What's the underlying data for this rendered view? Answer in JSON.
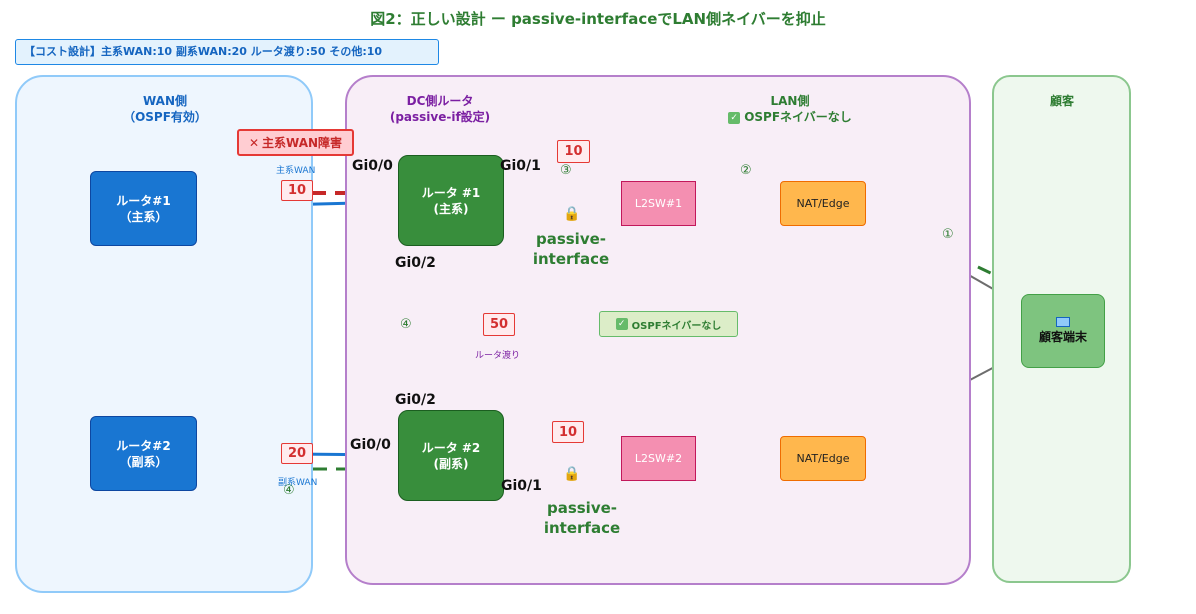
{
  "title": "図2：正しい設計 ー passive-interfaceでLAN側ネイバーを抑止",
  "cost_note": "【コスト設計】主系WAN:10 副系WAN:20 ルータ渡り:50 その他:10",
  "regions": {
    "wan": {
      "name": "WAN側",
      "sub": "（OSPF有効）"
    },
    "dc": {
      "name": "DC側ルータ",
      "sub": "(passive-if設定)"
    },
    "lan": {
      "name": "LAN側",
      "sub": "OSPFネイバーなし"
    },
    "customer": {
      "name": "顧客"
    }
  },
  "nodes": {
    "wan_router1": {
      "line1": "ルータ#1",
      "line2": "（主系）"
    },
    "wan_router2": {
      "line1": "ルータ#2",
      "line2": "（副系）"
    },
    "dc_router1": {
      "line1": "ルータ #1",
      "line2": "(主系)"
    },
    "dc_router2": {
      "line1": "ルータ #2",
      "line2": "(副系)"
    },
    "l2sw1": "L2SW#1",
    "l2sw2": "L2SW#2",
    "nat1": "NAT/Edge",
    "nat2": "NAT/Edge",
    "terminal": "顧客端末"
  },
  "ports": {
    "r1_gi00": "Gi0/0",
    "r1_gi01": "Gi0/1",
    "r1_gi02": "Gi0/2",
    "r2_gi02": "Gi0/2",
    "r2_gi00": "Gi0/0",
    "r2_gi01": "Gi0/1"
  },
  "costs": {
    "primary_wan": "10",
    "r1_lan": "10",
    "router_link": "50",
    "r2_lan": "10",
    "secondary_wan": "20"
  },
  "labels": {
    "primary_wan_failure": "主系WAN障害",
    "primary_wan": "主系WAN",
    "router_link": "ルータ渡り",
    "secondary_wan": "副系WAN",
    "passive1_line1": "passive-",
    "passive1_line2": "interface",
    "passive2_line1": "passive-",
    "passive2_line2": "interface",
    "ospf_none_mid": "OSPFネイバーなし"
  },
  "steps": {
    "s1": "①",
    "s2": "②",
    "s3": "③",
    "s4a": "④",
    "s4b": "④"
  },
  "colors": {
    "title": "#2e7d32",
    "primary_wan_down": "#c62828",
    "wan_link": "#1976d2",
    "flow_arrow": "#2e7d32",
    "passive_link": "#ff9800",
    "router_link": "#7b1fa2"
  },
  "icons": {
    "fail": "cross-icon",
    "lock": "lock-icon",
    "check": "check-icon",
    "terminal": "computer-icon"
  }
}
